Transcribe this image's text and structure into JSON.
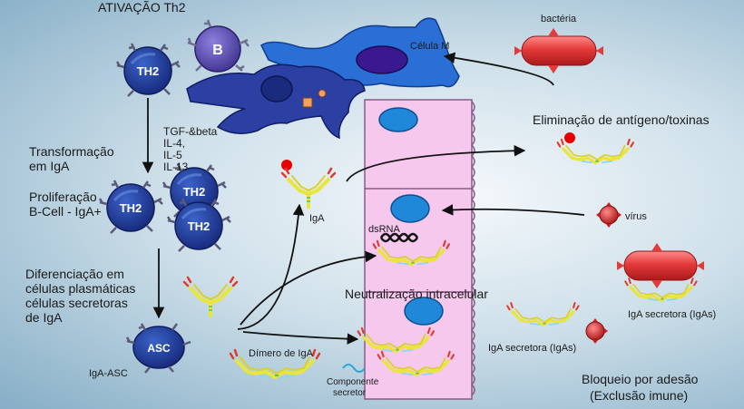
{
  "labels": {
    "ativacao": "ATIVAÇÃO Th2",
    "celula_m": "Célula M",
    "bacteria": "bactéria",
    "eliminacao": "Eliminação de antígeno/toxinas",
    "tgf": "TGF-&beta",
    "il4": "IL-4,",
    "il5": "IL-5",
    "il13": "IL-13",
    "transformacao_1": "Transformação",
    "transformacao_2": "em IgA",
    "proliferacao_1": "Proliferação",
    "proliferacao_2": "B-Cell - IgA+",
    "diferenciacao_1": "Diferenciação em",
    "diferenciacao_2": "células plasmáticas",
    "diferenciacao_3": "células secretoras",
    "diferenciacao_4": "de IgA",
    "iga": "IgA",
    "dsrna": "dsRNA",
    "virus": "vírus",
    "neutralizacao": "Neutralização intracelular",
    "iga_secretora_right": "IgA secretora (IgAs)",
    "iga_secretora_mid": "IgA secretora (IgAs)",
    "dimero": "Dímero de IgA",
    "componente_1": "Componente",
    "componente_2": "secretor",
    "bloqueio_1": "Bloqueio por adesão",
    "bloqueio_2": "(Exclusão imune)",
    "iga_asc": "IgA-ASC"
  },
  "cells": {
    "th2": "TH2",
    "b": "B",
    "asc": "ASC"
  },
  "colors": {
    "cell_blue": "#1f3a8f",
    "b_cell_purple": "#5a4fb8",
    "dendritic_blue": "#2c3fa3",
    "m_cell_blue": "#2a6fd6",
    "epithelium_pink": "#f6c8ee",
    "nucleus_cyan": "#1f88d9",
    "bacteria_red": "#e43a3a",
    "antibody_yellow": "#e9e53a",
    "antibody_red": "#e23a2a"
  }
}
